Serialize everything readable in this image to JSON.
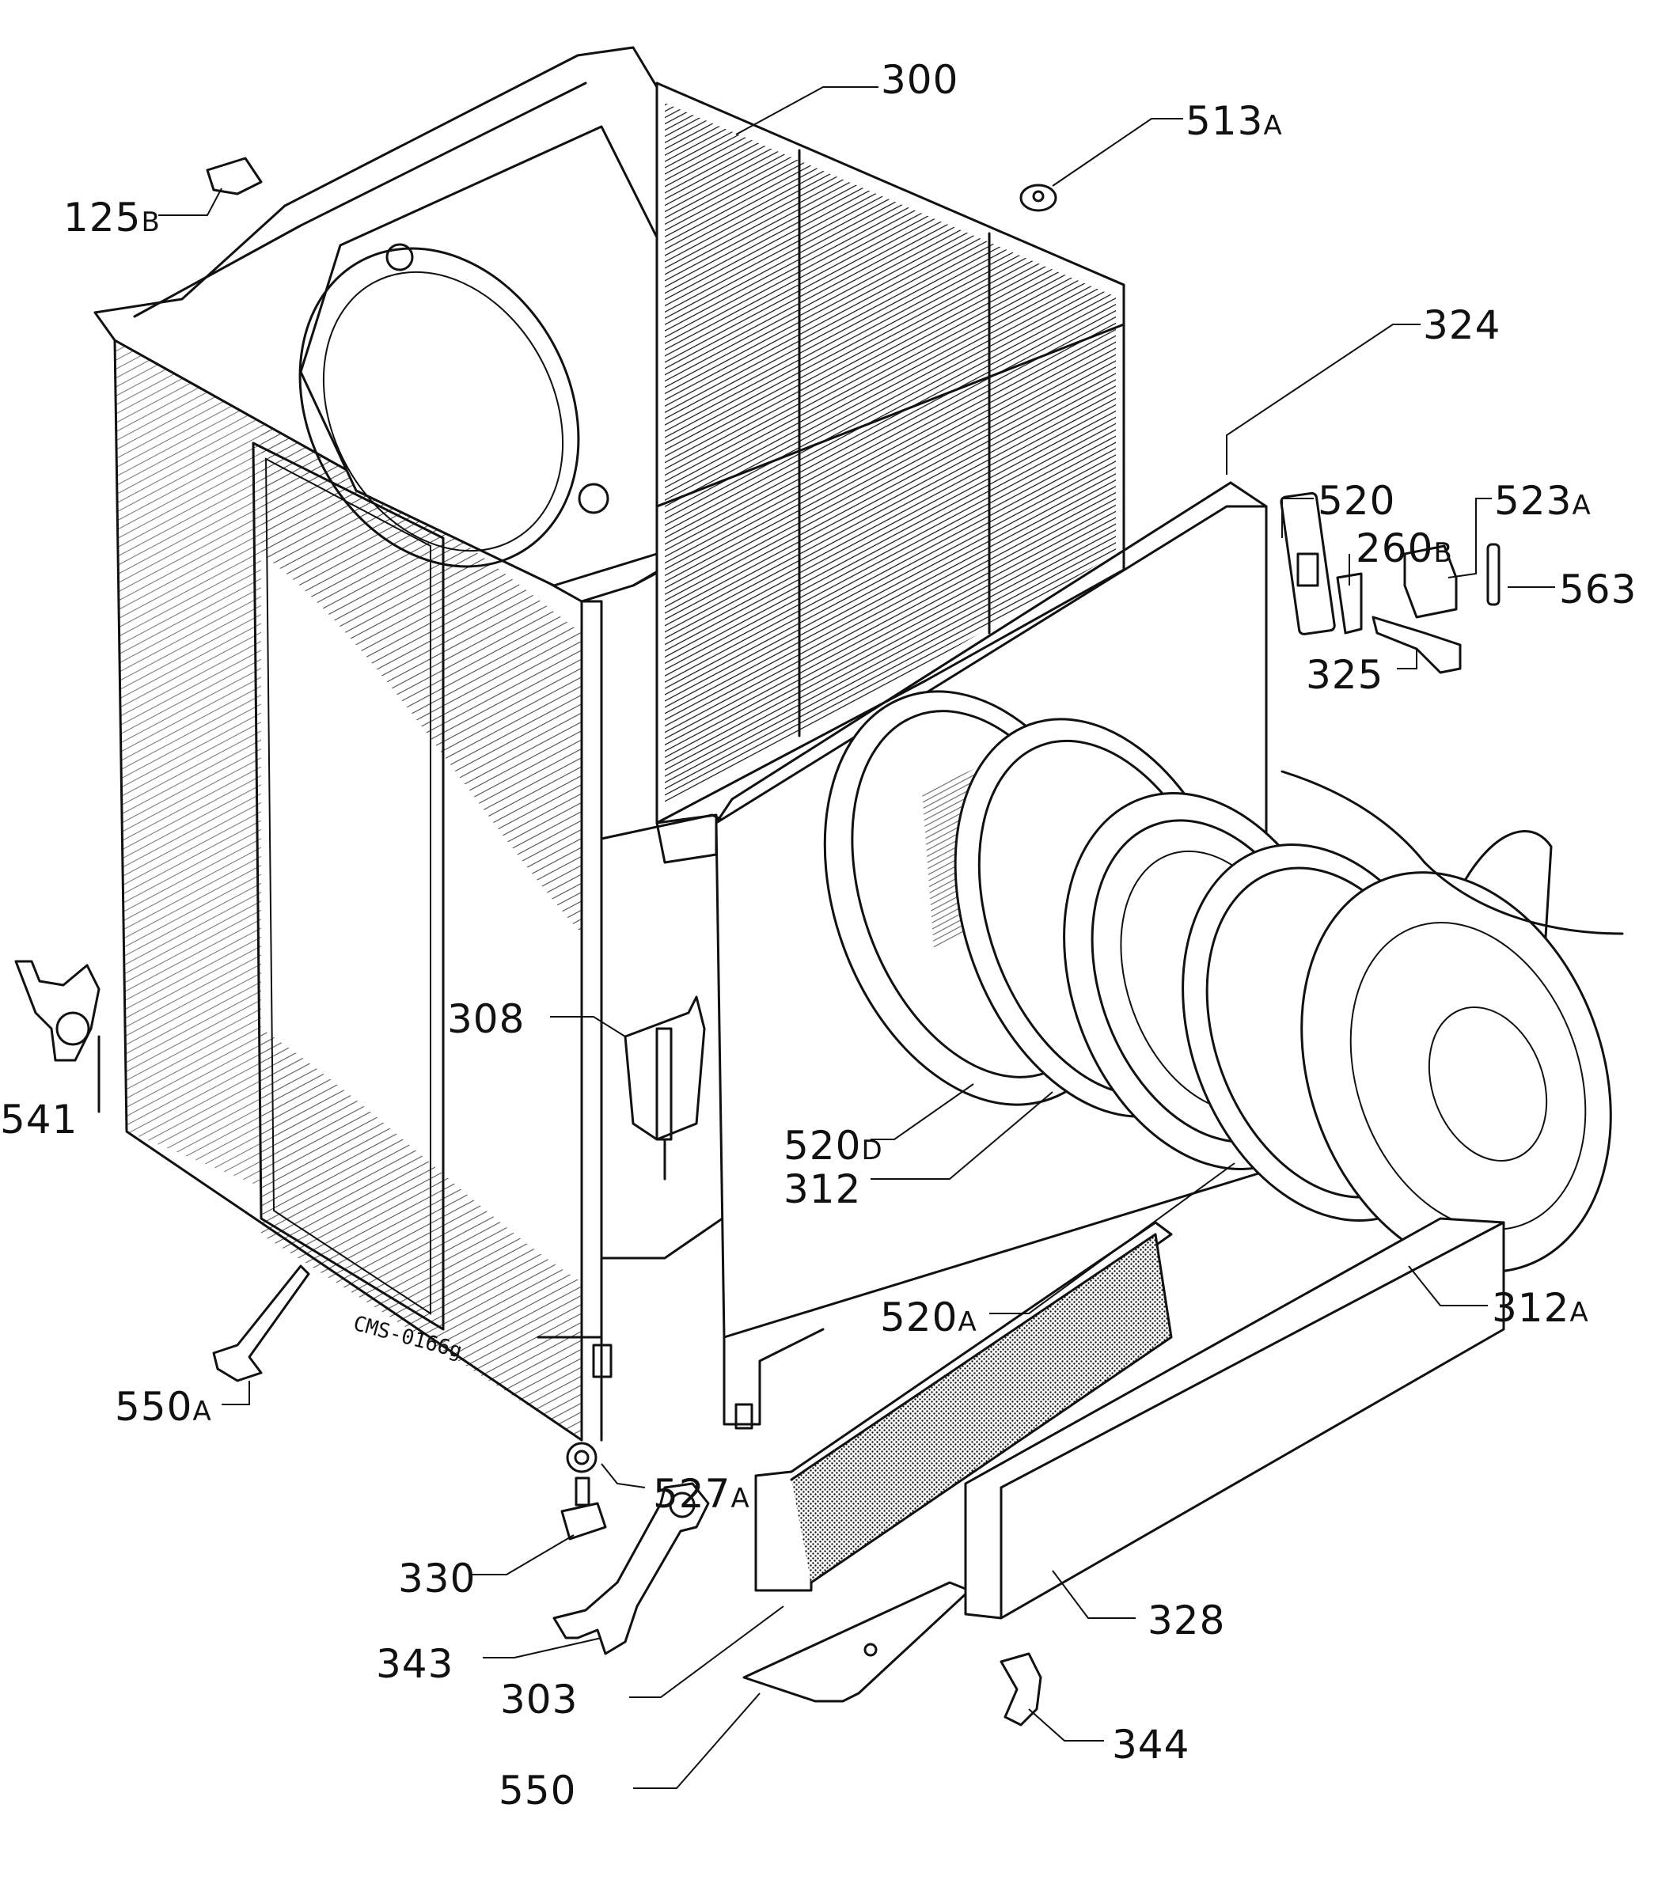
{
  "drawing_code": "CMS-0166g",
  "labels": [
    {
      "id": "300",
      "num": "300",
      "sfx": ""
    },
    {
      "id": "513A",
      "num": "513",
      "sfx": "A"
    },
    {
      "id": "125B",
      "num": "125",
      "sfx": "B"
    },
    {
      "id": "324",
      "num": "324",
      "sfx": ""
    },
    {
      "id": "520",
      "num": "520",
      "sfx": ""
    },
    {
      "id": "523A",
      "num": "523",
      "sfx": "A"
    },
    {
      "id": "260B",
      "num": "260",
      "sfx": "B"
    },
    {
      "id": "563",
      "num": "563",
      "sfx": ""
    },
    {
      "id": "325",
      "num": "325",
      "sfx": ""
    },
    {
      "id": "308",
      "num": "308",
      "sfx": ""
    },
    {
      "id": "541",
      "num": "541",
      "sfx": ""
    },
    {
      "id": "520D",
      "num": "520",
      "sfx": "D"
    },
    {
      "id": "312",
      "num": "312",
      "sfx": ""
    },
    {
      "id": "520A",
      "num": "520",
      "sfx": "A"
    },
    {
      "id": "312A",
      "num": "312",
      "sfx": "A"
    },
    {
      "id": "550A",
      "num": "550",
      "sfx": "A"
    },
    {
      "id": "527A",
      "num": "527",
      "sfx": "A"
    },
    {
      "id": "330",
      "num": "330",
      "sfx": ""
    },
    {
      "id": "328",
      "num": "328",
      "sfx": ""
    },
    {
      "id": "343",
      "num": "343",
      "sfx": ""
    },
    {
      "id": "303",
      "num": "303",
      "sfx": ""
    },
    {
      "id": "344",
      "num": "344",
      "sfx": ""
    },
    {
      "id": "550",
      "num": "550",
      "sfx": ""
    }
  ]
}
